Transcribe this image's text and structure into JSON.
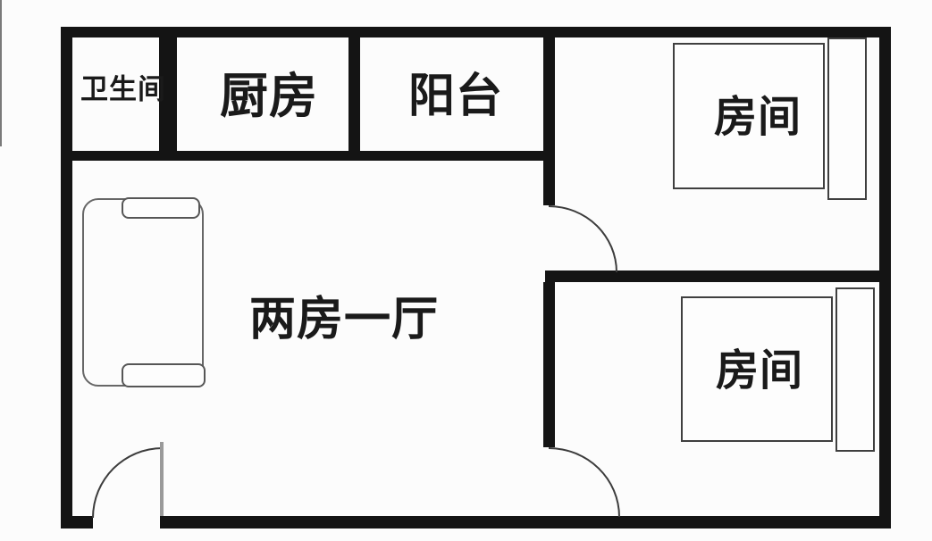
{
  "floor_plan": {
    "rooms": {
      "bathroom": {
        "label": "卫生间"
      },
      "kitchen": {
        "label": "厨房"
      },
      "balcony": {
        "label": "阳台"
      },
      "living_room": {
        "label": "两房一厅"
      },
      "bedroom_top_right": {
        "label": "房间"
      },
      "bedroom_bottom_right": {
        "label": "房间"
      }
    },
    "colors": {
      "wall": "#141414",
      "background": "#fcfcfc",
      "furniture_line": "#3f3f3f",
      "door_arc": "#3c3c3c"
    }
  }
}
